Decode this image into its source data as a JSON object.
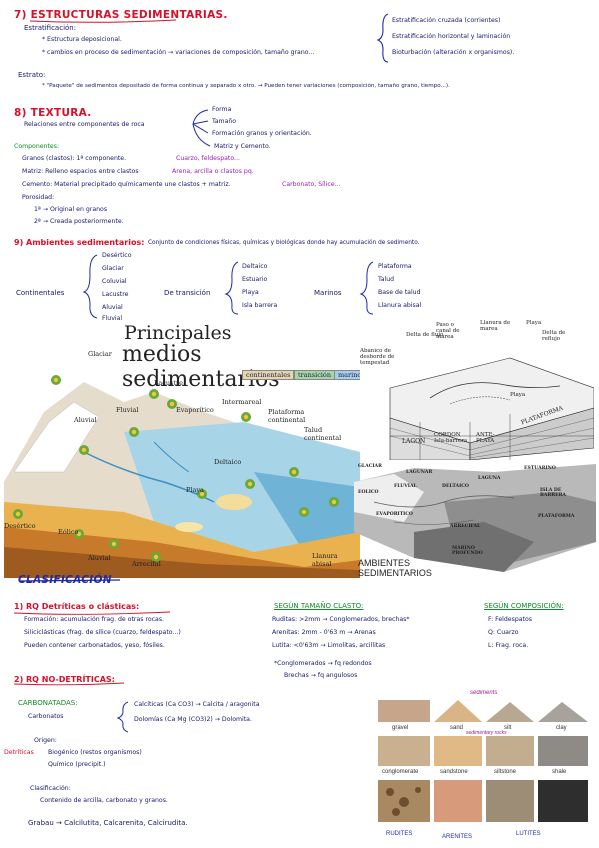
{
  "s7": {
    "title": "7) ESTRUCTURAS SEDIMENTARIAS.",
    "estrat_label": "Estratificación:",
    "estrat_1": "* Estructura deposicional.",
    "estrat_2": "* cambios en proceso de sedimentación → variaciones de composición, tamaño grano...",
    "brace": [
      "Estratificación cruzada (corrientes)",
      "Estratificación horizontal y laminación",
      "Bioturbación (alteración x organismos)."
    ],
    "estrato_label": "Estrato:",
    "estrato_def": "* \"Paquete\" de sedimentos depositado de forma continua y separado x otro. → Pueden tener variaciones (composición, tamaño grano, tiempo...)."
  },
  "s8": {
    "title": "8) TEXTURA.",
    "def": "Relaciones entre componentes de roca",
    "branches": [
      "Forma",
      "Tamaño",
      "Formación granos y orientación.",
      "Matriz y Cemento."
    ],
    "comp_label": "Componentes:",
    "granos": "Granos (clastos): 1ª componente.",
    "granos_ex": "Cuarzo, feldespato...",
    "matriz": "Matriz: Relleno espacios entre clastos",
    "matriz_ex": "Arena, arcilla o clastos pq.",
    "cemento": "Cemento: Material precipitado químicamente une clastos + matriz.",
    "cemento_ex": "Carbonato, Sílice...",
    "poros_label": "Porosidad:",
    "poros_1": "1ª → Original en granos",
    "poros_2": "2ª → Creada posteriormente."
  },
  "s9": {
    "title": "9) Ambientes sedimentarios:",
    "def": "Conjunto de condiciones físicas, químicas y biológicas donde hay acumulación de sedimento.",
    "cont_label": "Continentales",
    "cont": [
      "Desértico",
      "Glaciar",
      "Coluvial",
      "Lacustre",
      "Aluvial",
      "Fluvial"
    ],
    "trans_label": "De transición",
    "trans": [
      "Deltaico",
      "Estuario",
      "Playa",
      "Isla barrera"
    ],
    "mar_label": "Marinos",
    "mar": [
      "Plataforma",
      "Talud",
      "Base de talud",
      "Llanura abisal"
    ]
  },
  "fig1": {
    "title1": "Principales",
    "title2": "medios sedimentarios",
    "legend": [
      "continentales",
      "transición",
      "marino"
    ],
    "labels": [
      "Glaciar",
      "Lacustre",
      "Fluvial",
      "Evaporítico",
      "Intermareal",
      "Plataforma continental",
      "Talud continental",
      "Aluvial",
      "Deltaico",
      "Playa",
      "Eólico",
      "Aluvial",
      "Arrecifal",
      "Desértico",
      "Llanura abisal"
    ]
  },
  "fig2": {
    "labels": [
      "Delta de flujo",
      "Paso o canal de marea",
      "Llanura de marea",
      "Playa",
      "Delta de reflujo",
      "Abanico de desborde de tempestad",
      "Playa",
      "LAGON",
      "CORDON Isla-barrera",
      "ANTE-PLAYA",
      "PLATAFORMA"
    ]
  },
  "fig3": {
    "labels": [
      "GLACIAR",
      "LAGUNAR",
      "FLUVIAL",
      "DELTAICO",
      "ESTUARINO",
      "EOLICO",
      "LAGUNA",
      "ISLA DE BARRERA",
      "EVAPORITICO",
      "ARRECIFAL",
      "MARINO PROFUNDO",
      "PLATAFORMA"
    ],
    "caption": "AMBIENTES SEDIMENTARIOS"
  },
  "clas": {
    "title": "CLASIFICACIÓN",
    "r1_title": "1) RQ Detríticas o clásticas:",
    "r1_a": "Formación: acumulación frag. de otras rocas.",
    "r1_b": "Siliciclásticas (frag. de sílice (cuarzo, feldespato...)",
    "r1_c": "Pueden contener carbonatados, yeso, fósiles.",
    "size_title": "SEGÚN TAMAÑO CLASTO:",
    "rud": "Ruditas: >2mm → Conglomerados, brechas*",
    "are": "Arenitas: 2mm - 0'63 m → Arenas",
    "lut": "Lutita: <0'63m → Limolitas, arcillitas",
    "note1": "*Conglomerados → fq redondos",
    "note2": "Brechas → fq angulosos",
    "comp_title": "SEGÚN COMPOSICIÓN:",
    "comp": [
      "F: Feldespatos",
      "Q: Cuarzo",
      "L: Frag. roca."
    ]
  },
  "nd": {
    "title": "2) RQ NO-DETRÍTICAS:",
    "carb_label": "CARBONATADAS:",
    "carb_sub": "Carbonatos",
    "calc": "Calcíticas (Ca CO3) → Calcita / aragonita",
    "dolo": "Dolomías (Ca Mg (CO3)2) → Dolomita.",
    "origen_label": "Origen:",
    "detr": "Detríticas",
    "bio": "Biogénico (restos organismos)",
    "quim": "Químico (precipit.)",
    "clas_label": "Clasificación:",
    "clas_def": "Contenido de arcilla, carbonato y granos.",
    "grabau": "Grabau → Calcilutita, Calcarenita, Calcirudita."
  },
  "fig4": {
    "top": "sediments",
    "row1": [
      "gravel",
      "sand",
      "silt",
      "clay"
    ],
    "mid": "sedimentary rocks",
    "row2": [
      "conglomerate",
      "sandstone",
      "siltstone",
      "shale"
    ],
    "bottom": [
      "RUDITES",
      "ARENITES",
      "LUTITES"
    ]
  },
  "colors": {
    "red": "#d8102a",
    "blue": "#1f2aa8",
    "purple": "#9a1fb8",
    "green": "#0f8a24"
  }
}
